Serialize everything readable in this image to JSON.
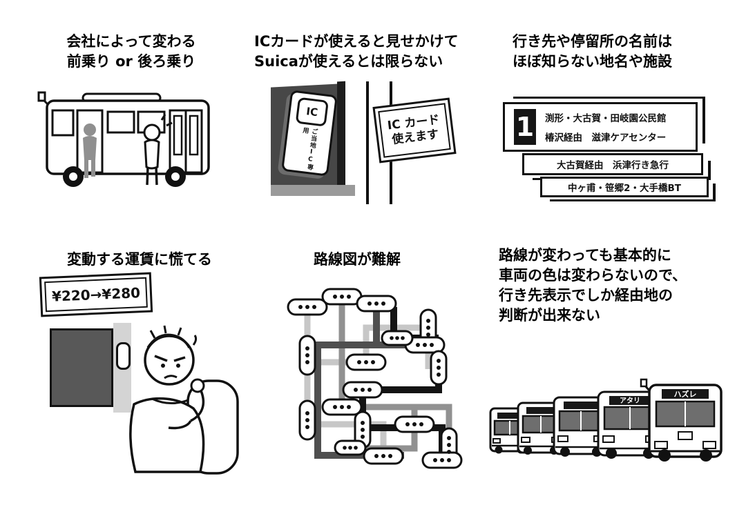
{
  "panels": {
    "boarding": {
      "caption_line1": "会社によって変わる",
      "caption_line2": "前乗り or 後ろ乗り"
    },
    "ic_card": {
      "caption_line1": "ICカードが使えると見せかけて",
      "caption_line2": "Suicaが使えるとは限らない",
      "reader_chip": "IC",
      "reader_label": "ご当地IC専用",
      "sign_line1": "IC カード",
      "sign_line2": "使えます"
    },
    "destination": {
      "caption_line1": "行き先や停留所の名前は",
      "caption_line2": "ほぼ知らない地名や施設",
      "route_number": "1",
      "board1_line1": "渕形・大古賀・田岐園公民館",
      "board1_line2": "椿沢経由　滋津ケアセンター",
      "board2": "大古賀経由　浜津行き急行",
      "board3": "中ヶ甫・笹郷2・大手橋BT"
    },
    "fare": {
      "caption": "変動する運賃に慌てる",
      "display": "¥220→¥280"
    },
    "route_map": {
      "caption": "路線図が難解"
    },
    "bus_color": {
      "caption_line1": "路線が変わっても基本的に",
      "caption_line2": "車両の色は変わらないので、",
      "caption_line3": "行き先表示でしか経由地の",
      "caption_line4": "判断が出来ない",
      "sign_second": "アタリ",
      "sign_front": "ハズレ"
    }
  },
  "colors": {
    "ink": "#111111",
    "mid_gray": "#8f8f8f",
    "light_gray": "#c7c7c7",
    "dark_gray": "#474747"
  }
}
